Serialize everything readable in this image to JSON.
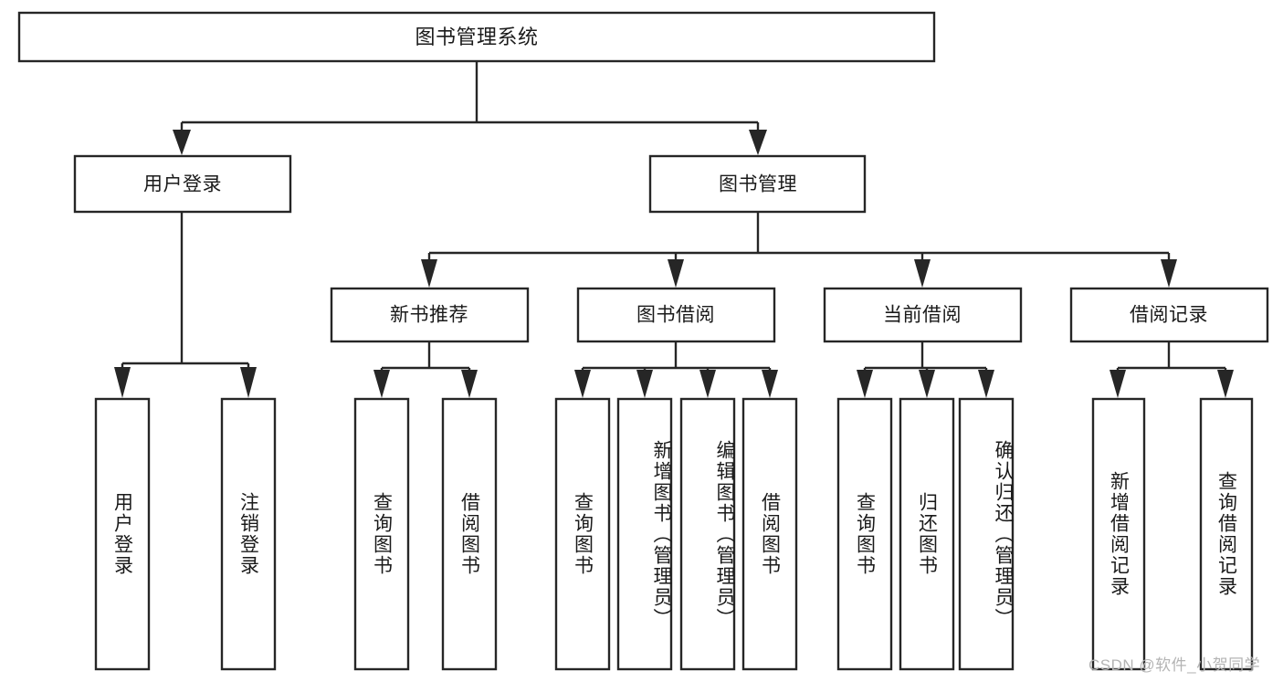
{
  "diagram": {
    "type": "tree-hierarchy",
    "title": "图书管理系统",
    "orientation": "top-down",
    "colors": {
      "box_stroke": "#262626",
      "box_fill": "#ffffff",
      "text": "#1a1a1a",
      "background": "#ffffff",
      "watermark": "#b4b4b4"
    },
    "levels": [
      {
        "level": 1,
        "nodes": [
          {
            "id": "root",
            "label": "图书管理系统",
            "orientation": "horizontal"
          }
        ]
      },
      {
        "level": 2,
        "nodes": [
          {
            "id": "user-login",
            "label": "用户登录",
            "parent": "root",
            "orientation": "horizontal"
          },
          {
            "id": "book-manage",
            "label": "图书管理",
            "parent": "root",
            "orientation": "horizontal"
          }
        ]
      },
      {
        "level": 3,
        "nodes": [
          {
            "id": "new-book-rec",
            "label": "新书推荐",
            "parent": "book-manage",
            "orientation": "horizontal"
          },
          {
            "id": "book-borrow",
            "label": "图书借阅",
            "parent": "book-manage",
            "orientation": "horizontal"
          },
          {
            "id": "current-borrow",
            "label": "当前借阅",
            "parent": "book-manage",
            "orientation": "horizontal"
          },
          {
            "id": "borrow-record",
            "label": "借阅记录",
            "parent": "book-manage",
            "orientation": "horizontal"
          }
        ]
      },
      {
        "level": 4,
        "nodes": [
          {
            "id": "leaf-user-login",
            "label": "用户登录",
            "parent": "user-login",
            "orientation": "vertical"
          },
          {
            "id": "leaf-logout",
            "label": "注销登录",
            "parent": "user-login",
            "orientation": "vertical"
          },
          {
            "id": "leaf-rec-query",
            "label": "查询图书",
            "parent": "new-book-rec",
            "orientation": "vertical"
          },
          {
            "id": "leaf-rec-borrow",
            "label": "借阅图书",
            "parent": "new-book-rec",
            "orientation": "vertical"
          },
          {
            "id": "leaf-borrow-query",
            "label": "查询图书",
            "parent": "book-borrow",
            "orientation": "vertical"
          },
          {
            "id": "leaf-borrow-add",
            "label": "新增图书（管理员）",
            "parent": "book-borrow",
            "orientation": "vertical"
          },
          {
            "id": "leaf-borrow-edit",
            "label": "编辑图书（管理员）",
            "parent": "book-borrow",
            "orientation": "vertical"
          },
          {
            "id": "leaf-borrow-book",
            "label": "借阅图书",
            "parent": "book-borrow",
            "orientation": "vertical"
          },
          {
            "id": "leaf-cur-query",
            "label": "查询图书",
            "parent": "current-borrow",
            "orientation": "vertical"
          },
          {
            "id": "leaf-cur-return",
            "label": "归还图书",
            "parent": "current-borrow",
            "orientation": "vertical"
          },
          {
            "id": "leaf-cur-confirm",
            "label": "确认归还（管理员）",
            "parent": "current-borrow",
            "orientation": "vertical"
          },
          {
            "id": "leaf-rec-add",
            "label": "新增借阅记录",
            "parent": "borrow-record",
            "orientation": "vertical"
          },
          {
            "id": "leaf-rec-search",
            "label": "查询借阅记录",
            "parent": "borrow-record",
            "orientation": "vertical"
          }
        ]
      }
    ]
  },
  "watermark": {
    "text": "CSDN @软件_小贺同学"
  }
}
